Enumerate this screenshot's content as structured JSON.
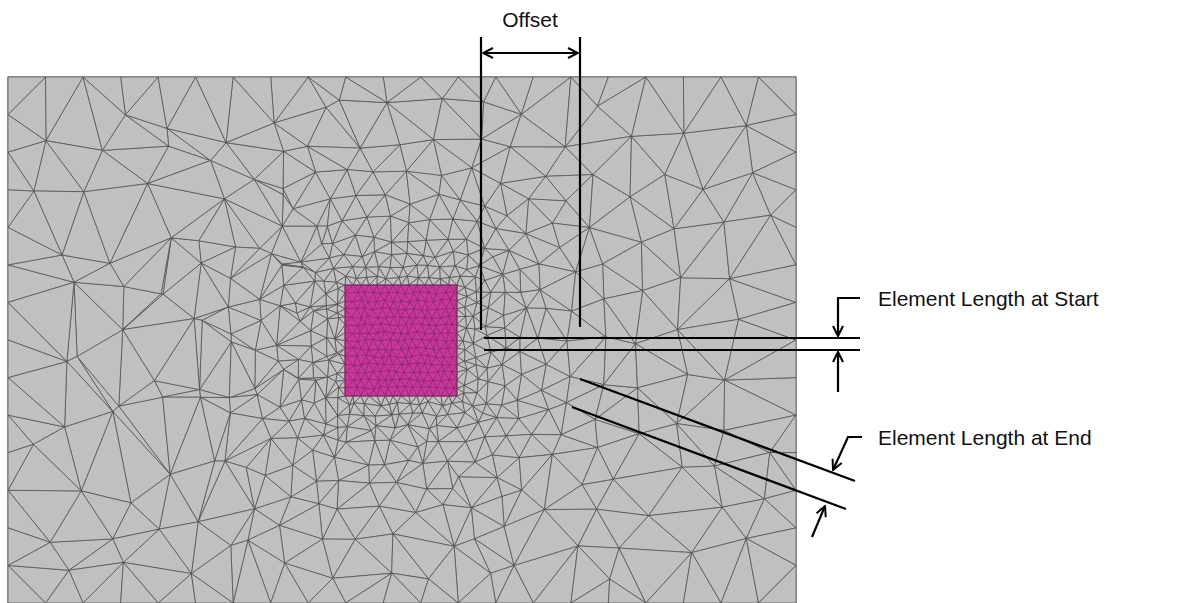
{
  "diagram": {
    "labels": [
      "Offset",
      "Element Length at Start",
      "Element Length at End"
    ]
  }
}
